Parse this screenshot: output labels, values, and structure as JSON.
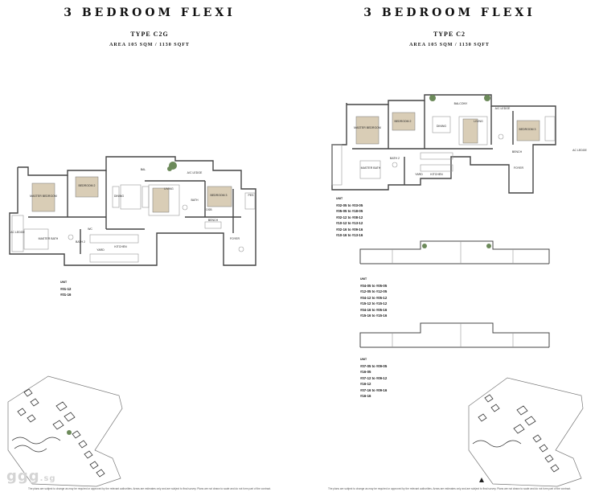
{
  "left": {
    "title": "3 BEDROOM FLEXI",
    "type": "TYPE C2G",
    "area": "AREA  105 SQM / 1130 SQFT",
    "units_header": "UNIT",
    "units": [
      "#01-12",
      "#01-16"
    ],
    "rooms": {
      "bal": "BAL",
      "master": "MASTER BEDROOM",
      "bedroom2": "BEDROOM 2",
      "bedroom3": "BEDROOM 3",
      "dining": "DINING",
      "living": "LIVING",
      "ac_ledge": "A/C LEDGE",
      "kitchen": "KITCHEN",
      "master_bath": "MASTER BATH",
      "bath2": "BATH 2",
      "bath": "BATH",
      "yard": "YARD",
      "wc": "WC",
      "dsb": "DSB",
      "pes": "PES",
      "foyer": "FOYER",
      "bench": "BENCH",
      "ac_ledge2": "AC LEDGE"
    },
    "footnote": "The plans are subject to change as may be required or approved by the relevant authorities. Areas are estimates only and are subject to final survey. Plans are not drawn to scale and do not form part of the contract."
  },
  "right": {
    "title": "3 BEDROOM FLEXI",
    "type": "TYPE C2",
    "area": "AREA  105 SQM / 1130 SQFT",
    "rooms": {
      "balcony": "BALCONY",
      "ac_ledge": "A/C LEDGE",
      "master": "MASTER BEDROOM",
      "bedroom2": "BEDROOM 2",
      "bedroom3": "BEDROOM 3",
      "dining": "DINING",
      "living": "LIVING",
      "kitchen": "KITCHEN",
      "yard": "YARD",
      "foyer": "FOYER",
      "bench": "BENCH",
      "ac_ledge2": "AC LEDGE",
      "master_bath": "MASTER BATH",
      "bath2": "BATH 2"
    },
    "group1": {
      "header": "UNIT",
      "units": [
        "#02-05 to #03-05",
        "#05-05 to #18-05",
        "#02-12 to #08-12",
        "#10-12 to #13-12",
        "#02-16 to #09-16",
        "#10-16 to #13-16"
      ]
    },
    "group2": {
      "header": "UNIT",
      "units": [
        "#04-05 to #05-05",
        "#12-05 to #12-05",
        "#04-12 to #05-12",
        "#15-12 to #15-12",
        "#04-16 to #05-16",
        "#15-16 to #15-16"
      ]
    },
    "group3": {
      "header": "UNIT",
      "units": [
        "#07-05 to #09-05",
        "#16-05",
        "#07-12 to #09-12",
        "#16-12",
        "#07-16 to #09-16",
        "#16-16"
      ]
    },
    "footnote": "The plans are subject to change as may be required or approved by the relevant authorities. Areas are estimates only and are subject to final survey. Plans are not drawn to scale and do not form part of the contract."
  },
  "watermark": {
    "main": "ggg",
    "suffix": ".sg"
  },
  "colors": {
    "bedroom_fill": "#d9cdb6",
    "wall": "#444444",
    "light": "#999999",
    "greenery": "#6c8a5a"
  }
}
